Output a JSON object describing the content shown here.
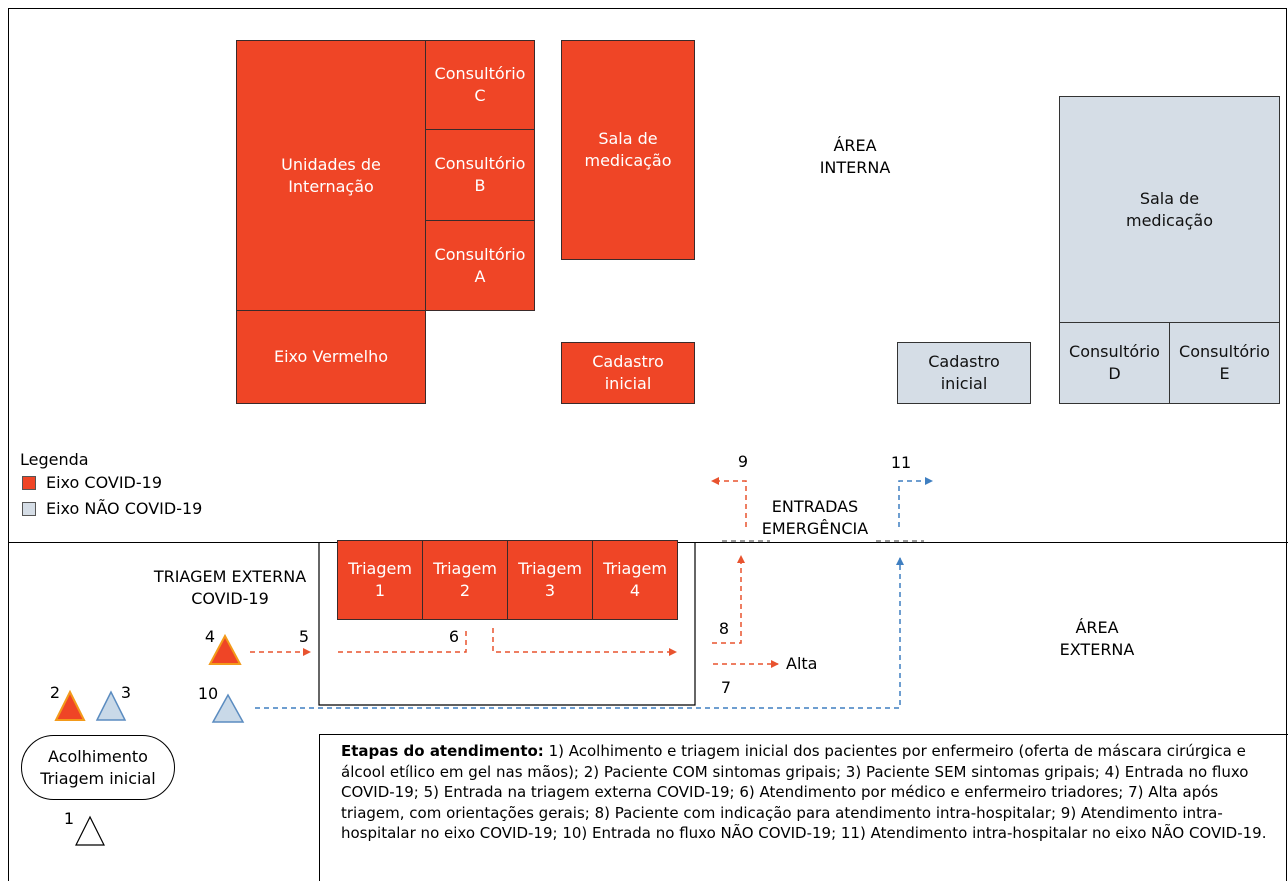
{
  "zones": {
    "internal": "ÁREA\nINTERNA",
    "external": "ÁREA\nEXTERNA",
    "entrances": "ENTRADAS\nEMERGÊNCIA",
    "external_triage": "TRIAGEM EXTERNA\nCOVID-19"
  },
  "covid_rooms": {
    "units": "Unidades de\nInternação",
    "red_axis": "Eixo Vermelho",
    "office_c": "Consultório\nC",
    "office_b": "Consultório\nB",
    "office_a": "Consultório\nA",
    "medication": "Sala de\nmedicação",
    "registration": "Cadastro\ninicial"
  },
  "noncovid_rooms": {
    "registration": "Cadastro\ninicial",
    "medication": "Sala de\nmedicação",
    "office_d": "Consultório\nD",
    "office_e": "Consultório\nE"
  },
  "triage_rooms": [
    "Triagem\n1",
    "Triagem\n2",
    "Triagem\n3",
    "Triagem\n4"
  ],
  "legend": {
    "title": "Legenda",
    "covid": "Eixo COVID-19",
    "noncovid": "Eixo NÃO COVID-19",
    "covid_color": "#ef4526",
    "noncovid_color": "#d5dde6"
  },
  "colors": {
    "covid_arrow": "#e8532f",
    "noncovid_arrow": "#3f7fc1"
  },
  "steps": {
    "n1": "1",
    "n2": "2",
    "n3": "3",
    "n4": "4",
    "n5": "5",
    "n6": "6",
    "n7": "7",
    "n8": "8",
    "n9": "9",
    "n10": "10",
    "n11": "11",
    "discharge": "Alta"
  },
  "reception": "Acolhimento\nTriagem inicial",
  "note": {
    "heading": "Etapas do atendimento:",
    "body": " 1) Acolhimento e triagem inicial dos pacientes por enfermeiro (oferta de máscara cirúrgica e álcool etílico em gel nas mãos); 2) Paciente COM sintomas gripais; 3) Paciente SEM sintomas gripais; 4) Entrada no fluxo COVID-19; 5) Entrada na triagem externa COVID-19; 6) Atendimento por médico e enfermeiro triadores; 7) Alta após triagem, com orientações gerais; 8) Paciente com indicação para atendimento intra-hospitalar; 9) Atendimento intra-hospitalar no eixo COVID-19; 10) Entrada no fluxo NÃO COVID-19; 11) Atendimento intra-hospitalar no eixo NÃO COVID-19."
  }
}
